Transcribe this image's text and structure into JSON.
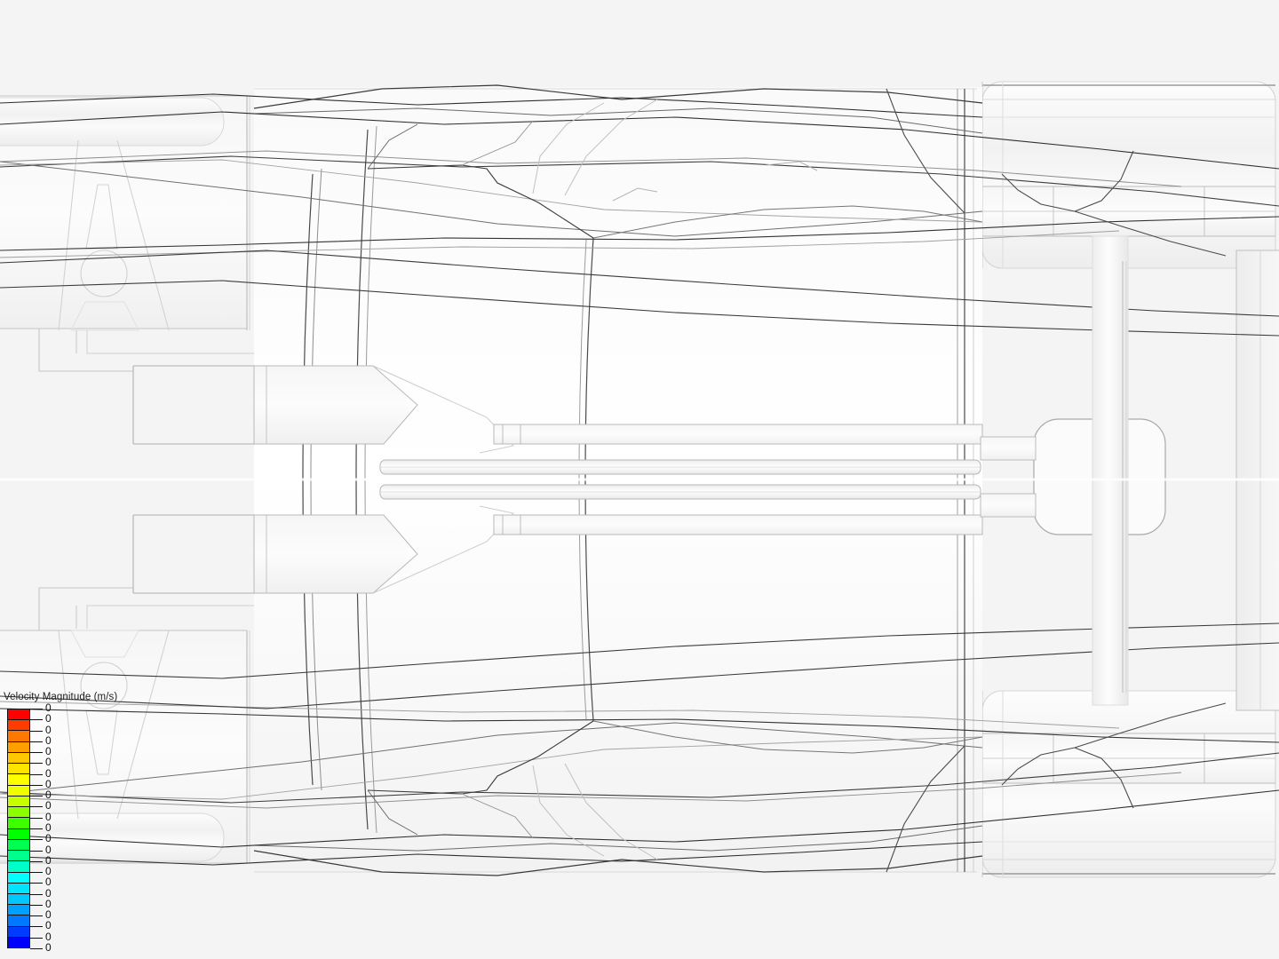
{
  "viewport": {
    "name": "cfd-result-viewport",
    "background_color": "#f4f4f4",
    "render_mode": "surface-with-edges",
    "view": "top",
    "model_description": "race car mesh wireframe, top view"
  },
  "legend": {
    "title": "Velocity Magnitude (m/s)",
    "colors": [
      "#ff0000",
      "#ff3c00",
      "#ff7800",
      "#ffa000",
      "#ffc800",
      "#ffe400",
      "#ffff00",
      "#f0ff00",
      "#c8ff00",
      "#8cff00",
      "#3cff00",
      "#00ff00",
      "#00ff50",
      "#00ff8c",
      "#00ffc8",
      "#00ffff",
      "#00e4ff",
      "#00c8ff",
      "#00a0ff",
      "#0078ff",
      "#003cff",
      "#0000ff"
    ],
    "tick_labels": [
      "0",
      "0",
      "0",
      "0",
      "0",
      "0",
      "0",
      "0",
      "0",
      "0",
      "0",
      "0",
      "0",
      "0",
      "0",
      "0",
      "0",
      "0",
      "0",
      "0",
      "0",
      "0",
      "0"
    ]
  },
  "chart_data": {
    "type": "heatmap",
    "title": "Velocity Magnitude (m/s)",
    "xlabel": "",
    "ylabel": "",
    "legend_position": "bottom-left",
    "grid": false,
    "colormap": "rainbow-blue-to-red",
    "colormap_colors": [
      "#0000ff",
      "#003cff",
      "#0078ff",
      "#00a0ff",
      "#00c8ff",
      "#00e4ff",
      "#00ffff",
      "#00ffc8",
      "#00ff8c",
      "#00ff50",
      "#00ff00",
      "#3cff00",
      "#8cff00",
      "#c8ff00",
      "#f0ff00",
      "#ffff00",
      "#ffe400",
      "#ffc800",
      "#ffa000",
      "#ff7800",
      "#ff3c00",
      "#ff0000"
    ],
    "n_bands": 22,
    "n_ticks": 23,
    "tick_values": [
      0,
      0,
      0,
      0,
      0,
      0,
      0,
      0,
      0,
      0,
      0,
      0,
      0,
      0,
      0,
      0,
      0,
      0,
      0,
      0,
      0,
      0,
      0
    ],
    "range_min": 0,
    "range_max": 0,
    "units": "m/s",
    "note": "All scalar range ticks read 0 - uniform zero velocity field on the displayed surface."
  }
}
